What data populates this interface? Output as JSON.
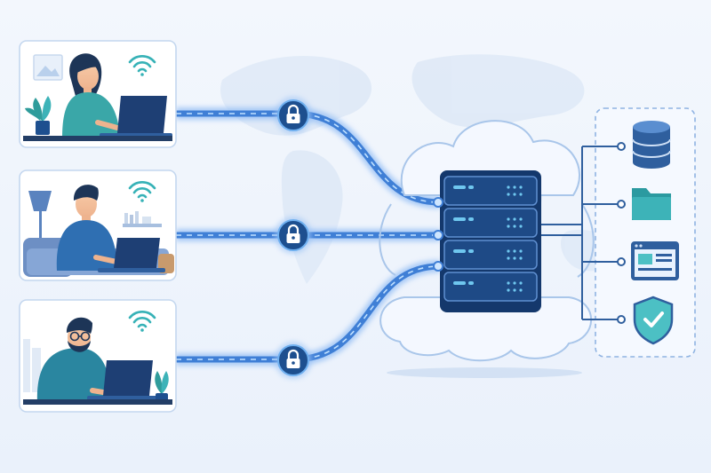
{
  "palette": {
    "background": "#eef4fc",
    "cable": "#3f7fd6",
    "cable_glow": "#9cc3f5",
    "lock_badge": "#1d4f8f",
    "server_rack": "#1e4a86",
    "server_led": "#6fc7ef",
    "service_icon": "#2f5f9e",
    "folder": "#3db3b8",
    "shield": "#4cc0c4",
    "wifi": "#37b2b7",
    "cloud": "#f4f8ff"
  },
  "remote_workers": [
    {
      "id": "woman-at-laptop",
      "icons": [
        "wifi-icon",
        "picture-frame-icon",
        "potted-plant-icon"
      ]
    },
    {
      "id": "man-on-sofa-with-laptop",
      "icons": [
        "wifi-icon",
        "floor-lamp-icon",
        "bookshelf-icon"
      ]
    },
    {
      "id": "bearded-man-with-glasses-at-laptop",
      "icons": [
        "wifi-icon",
        "potted-plant-icon"
      ]
    }
  ],
  "connections": [
    {
      "from": "woman-at-laptop",
      "to": "cloud-server",
      "secured": true,
      "icon": "padlock-icon"
    },
    {
      "from": "man-on-sofa-with-laptop",
      "to": "cloud-server",
      "secured": true,
      "icon": "padlock-icon"
    },
    {
      "from": "bearded-man-with-glasses-at-laptop",
      "to": "cloud-server",
      "secured": true,
      "icon": "padlock-icon"
    }
  ],
  "server": {
    "icon": "server-rack-icon",
    "units": 4,
    "inside": "cloud-icon"
  },
  "services": [
    {
      "id": "database",
      "icon": "database-icon"
    },
    {
      "id": "files",
      "icon": "folder-icon"
    },
    {
      "id": "web-application",
      "icon": "browser-window-icon"
    },
    {
      "id": "security",
      "icon": "shield-check-icon"
    }
  ]
}
